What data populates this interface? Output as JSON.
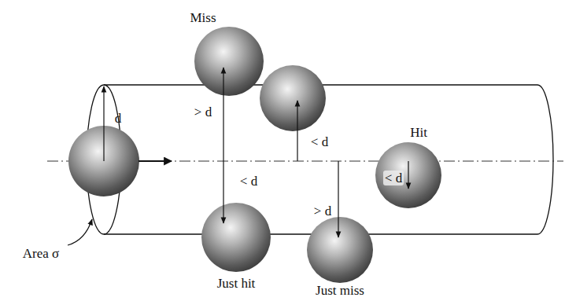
{
  "diagram": {
    "labels": [
      "Miss",
      "d",
      "> d",
      "< d",
      "Hit",
      "< d",
      "< d",
      "> d",
      "Area σ",
      "Just hit",
      "Just miss"
    ]
  }
}
